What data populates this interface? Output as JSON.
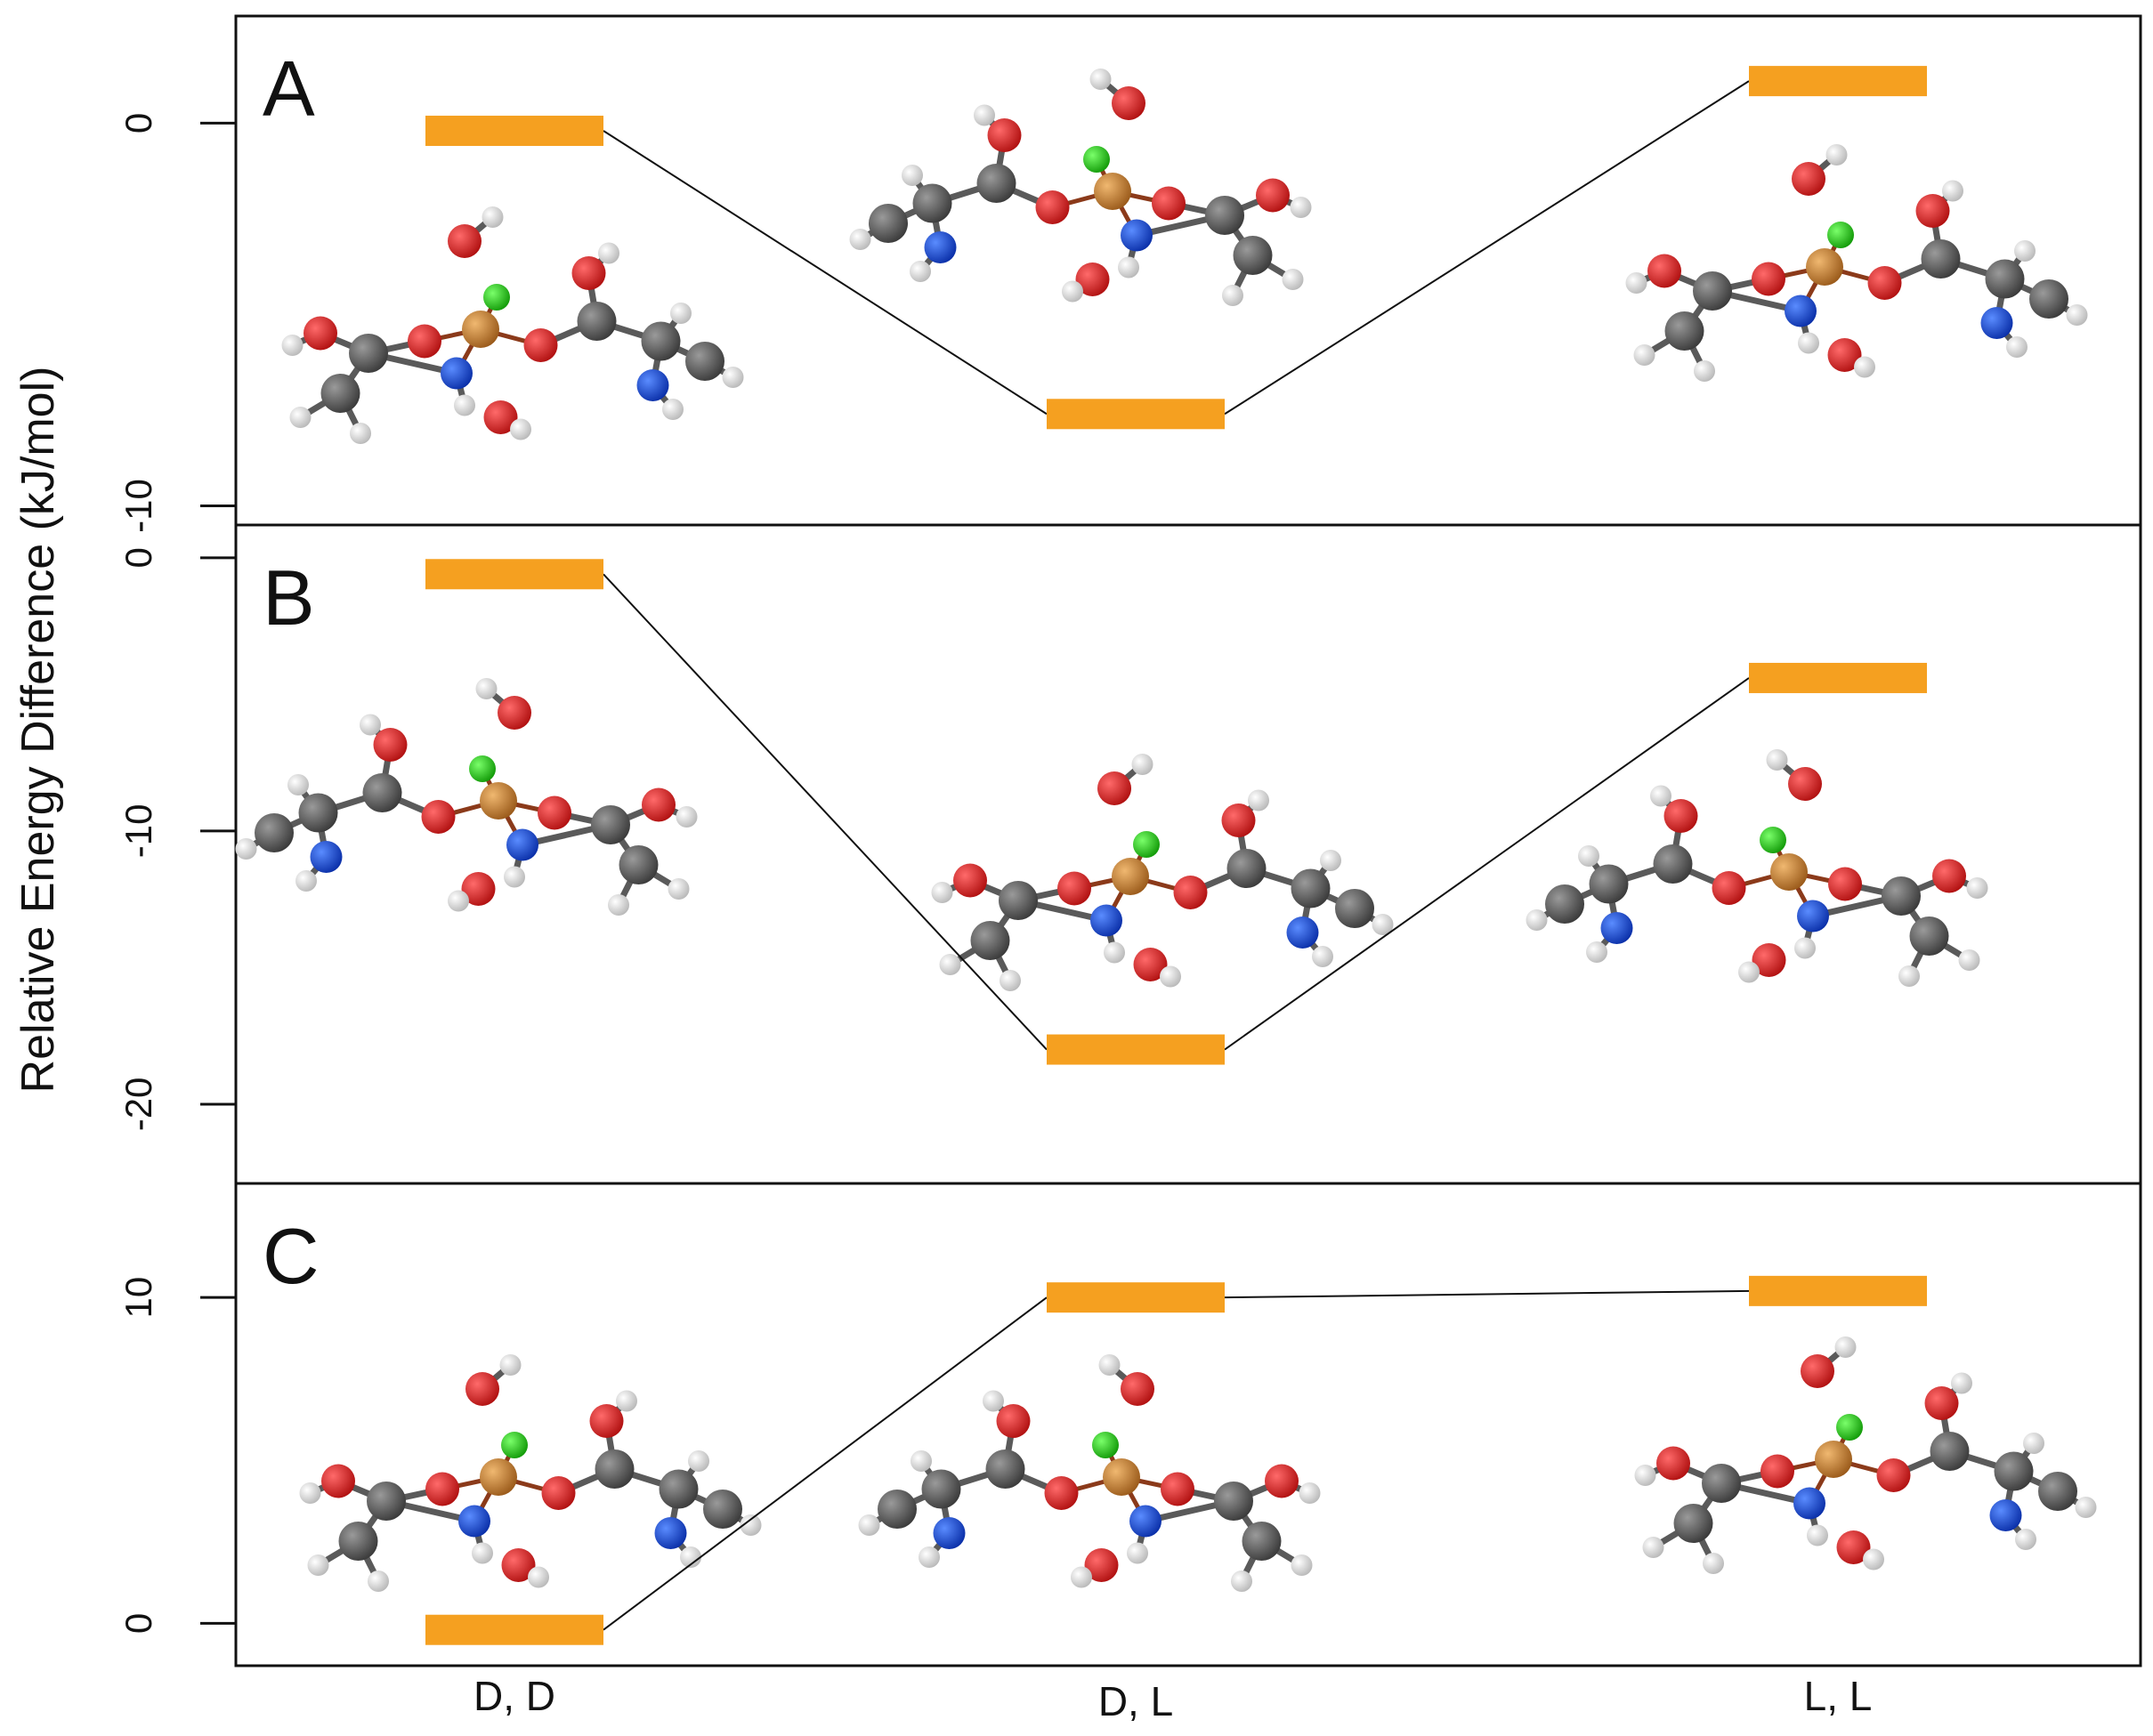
{
  "chart_data": [
    {
      "type": "bar",
      "panel": "A",
      "categories": [
        "D, D",
        "D, L",
        "L, L"
      ],
      "values": [
        -0.2,
        -7.6,
        1.1
      ],
      "ylim": [
        -10.5,
        2.8
      ],
      "yticks": [
        0,
        -10
      ],
      "ytick_labels": [
        "0",
        "-10"
      ],
      "bar_color": "#F5A020"
    },
    {
      "type": "bar",
      "panel": "B",
      "categories": [
        "D, D",
        "D, L",
        "L, L"
      ],
      "values": [
        -0.6,
        -18.0,
        -4.4
      ],
      "ylim": [
        -22.9,
        1.2
      ],
      "yticks": [
        0,
        -10,
        -20
      ],
      "ytick_labels": [
        "0",
        "-10",
        "-20"
      ],
      "bar_color": "#F5A020"
    },
    {
      "type": "bar",
      "panel": "C",
      "categories": [
        "D, D",
        "D, L",
        "L, L"
      ],
      "values": [
        -0.2,
        10.0,
        10.2
      ],
      "ylim": [
        -1.3,
        13.5
      ],
      "yticks": [
        10,
        0
      ],
      "ytick_labels": [
        "10",
        "0"
      ],
      "bar_color": "#F5A020"
    }
  ],
  "xlabels": [
    "D, D",
    "D, L",
    "L, L"
  ],
  "ylabel": "Relative Energy Difference (kJ/mol)",
  "colors": {
    "bar": "#F5A020",
    "carbon": "#5a5a5a",
    "hydrogen": "#e6e6e6",
    "oxygen": "#d81e1e",
    "nitrogen": "#1a4fd8",
    "copper": "#c8843a",
    "chlorine": "#2ecc1e"
  }
}
